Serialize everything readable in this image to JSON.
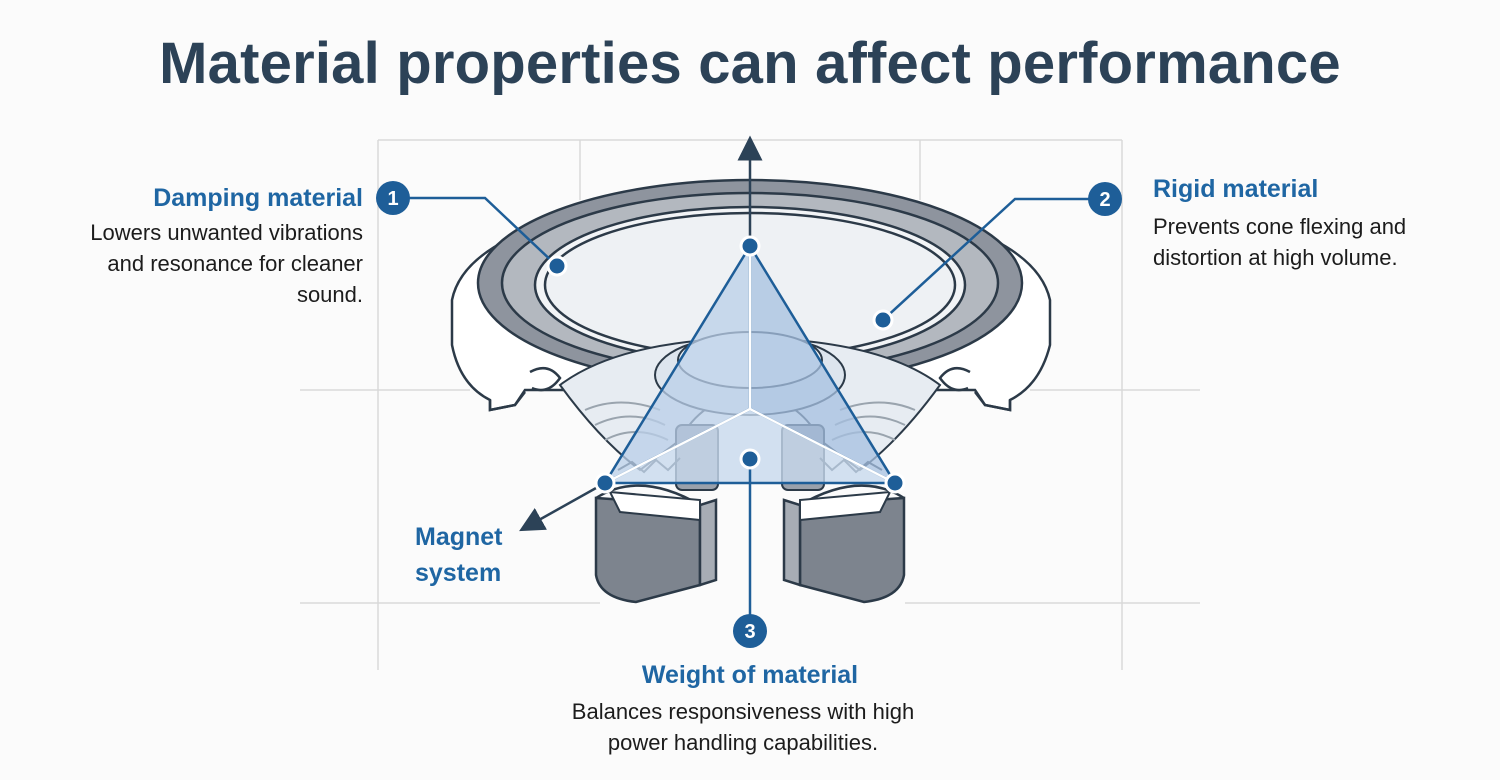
{
  "title": "Material properties can affect performance",
  "callouts": {
    "damping": {
      "number": "1",
      "title": "Damping material",
      "lines": [
        "Lowers unwanted vibrations",
        "and resonance for cleaner",
        "sound."
      ]
    },
    "rigid": {
      "number": "2",
      "title": "Rigid material",
      "lines": [
        "Prevents cone flexing and",
        "distortion at high volume."
      ]
    },
    "weight": {
      "number": "3",
      "title": "Weight of material",
      "lines": [
        "Balances responsiveness with high",
        "power handling capabilities."
      ]
    },
    "magnet": {
      "lines": [
        "Magnet",
        "system"
      ]
    }
  },
  "colors": {
    "title": "#2c4257",
    "accent_blue": "#1f66a3",
    "badge_blue": "#1e5e98",
    "surround_gray": "#8e949e",
    "triangle_fill": "#b9cfe8"
  }
}
